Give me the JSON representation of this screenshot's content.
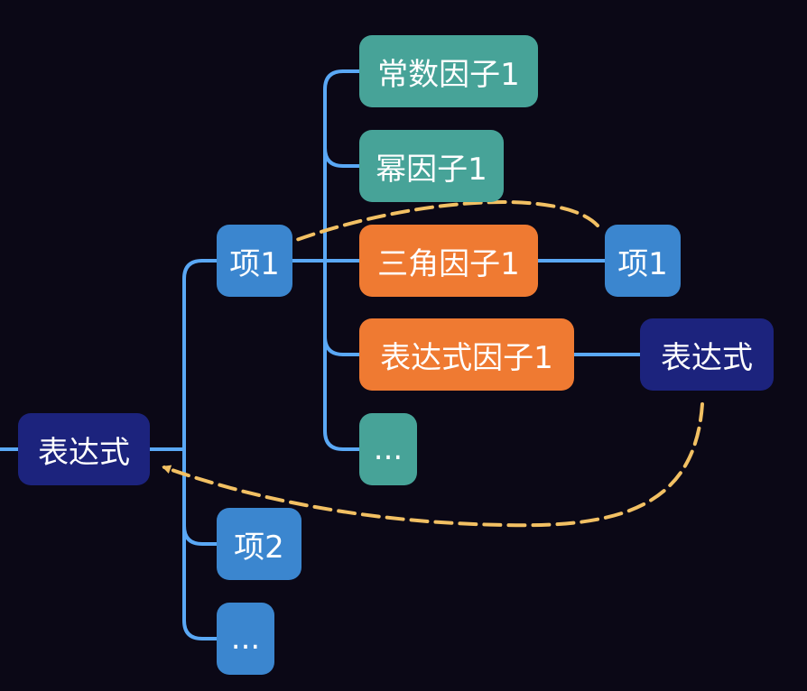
{
  "nodes": {
    "root": {
      "label": "表达式"
    },
    "term1": {
      "label": "项1"
    },
    "term2": {
      "label": "项2"
    },
    "term_more": {
      "label": "..."
    },
    "const_factor": {
      "label": "常数因子1"
    },
    "power_factor": {
      "label": "幂因子1"
    },
    "trig_factor": {
      "label": "三角因子1"
    },
    "expr_factor": {
      "label": "表达式因子1"
    },
    "factor_more": {
      "label": "..."
    },
    "trig_child": {
      "label": "项1"
    },
    "expr_child": {
      "label": "表达式"
    }
  },
  "colors": {
    "background": "#0b0816",
    "connector": "#5aa8f5",
    "dashed_arrow": "#f2c063",
    "expression_node": "#1c237d",
    "term_node": "#3b86cf",
    "plain_factor_node": "#47a398",
    "recursive_factor_node": "#ef7a32"
  }
}
